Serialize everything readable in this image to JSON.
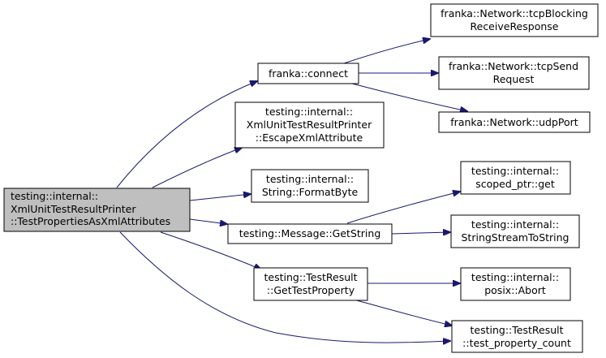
{
  "colors": {
    "edge": "#191970",
    "node_border": "#000000",
    "node_fill": "#ffffff",
    "root_fill": "#bfbfbf",
    "background": "#ffffff"
  },
  "nodes": {
    "root": {
      "lines": [
        "testing::internal::",
        "XmlUnitTestResultPrinter",
        "::TestPropertiesAsXmlAttributes"
      ]
    },
    "connect": {
      "lines": [
        "franka::connect"
      ]
    },
    "tcpBlockingReceive": {
      "lines": [
        "franka::Network::tcpBlocking",
        "ReceiveResponse"
      ]
    },
    "tcpSendRequest": {
      "lines": [
        "franka::Network::tcpSend",
        "Request"
      ]
    },
    "udpPort": {
      "lines": [
        "franka::Network::udpPort"
      ]
    },
    "escapeXmlAttribute": {
      "lines": [
        "testing::internal::",
        "XmlUnitTestResultPrinter",
        "::EscapeXmlAttribute"
      ]
    },
    "formatByte": {
      "lines": [
        "testing::internal::",
        "String::FormatByte"
      ]
    },
    "getString": {
      "lines": [
        "testing::Message::GetString"
      ]
    },
    "scopedPtrGet": {
      "lines": [
        "testing::internal::",
        "scoped_ptr::get"
      ]
    },
    "stringStreamToString": {
      "lines": [
        "testing::internal::",
        "StringStreamToString"
      ]
    },
    "getTestProperty": {
      "lines": [
        "testing::TestResult",
        "::GetTestProperty"
      ]
    },
    "posixAbort": {
      "lines": [
        "testing::internal::",
        "posix::Abort"
      ]
    },
    "testPropertyCount": {
      "lines": [
        "testing::TestResult",
        "::test_property_count"
      ]
    }
  },
  "edges": [
    [
      "root",
      "connect"
    ],
    [
      "root",
      "escapeXmlAttribute"
    ],
    [
      "root",
      "formatByte"
    ],
    [
      "root",
      "getString"
    ],
    [
      "root",
      "getTestProperty"
    ],
    [
      "root",
      "testPropertyCount"
    ],
    [
      "connect",
      "tcpBlockingReceive"
    ],
    [
      "connect",
      "tcpSendRequest"
    ],
    [
      "connect",
      "udpPort"
    ],
    [
      "getString",
      "scopedPtrGet"
    ],
    [
      "getString",
      "stringStreamToString"
    ],
    [
      "getTestProperty",
      "posixAbort"
    ],
    [
      "getTestProperty",
      "testPropertyCount"
    ]
  ]
}
